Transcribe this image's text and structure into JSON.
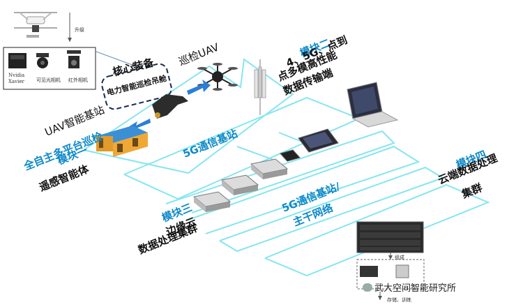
{
  "drone_box": {
    "upgrade_label": "升级",
    "payloads": [
      {
        "name": "Nvidia Xavier",
        "line1": "Nvidia",
        "line2": "Xavier"
      },
      {
        "name": "可见光相机"
      },
      {
        "name": "红外相机"
      }
    ]
  },
  "core": {
    "title": "核心装备",
    "subtitle": "电力智能巡检吊舱",
    "inspection_uav": "巡检UAV",
    "uav_base": "UAV智能基站"
  },
  "modules": {
    "m1": {
      "tag": "模块一",
      "lines": [
        "全自主多平台巡检",
        "遥感智能体"
      ]
    },
    "m2": {
      "tag": "模块二",
      "lines": [
        "4、5G、点到",
        "点多模高性能",
        "数据传输端"
      ]
    },
    "m3": {
      "tag": "模块三",
      "lines": [
        "边缘云",
        "数据处理集群"
      ]
    },
    "m4": {
      "tag": "模块四",
      "lines": [
        "云端数据处理",
        "集群"
      ]
    }
  },
  "layers": {
    "layer2_label": "5G通信基站",
    "layer4_label": [
      "5G通信基站/",
      "主干网络"
    ]
  },
  "server_box": {
    "build_label": "组成",
    "storage_label": "存储、训练"
  },
  "watermark": "武大空间智能研究所",
  "colors": {
    "accent": "#0e89c9",
    "cyan": "#7fe7f0",
    "text": "#111111"
  }
}
